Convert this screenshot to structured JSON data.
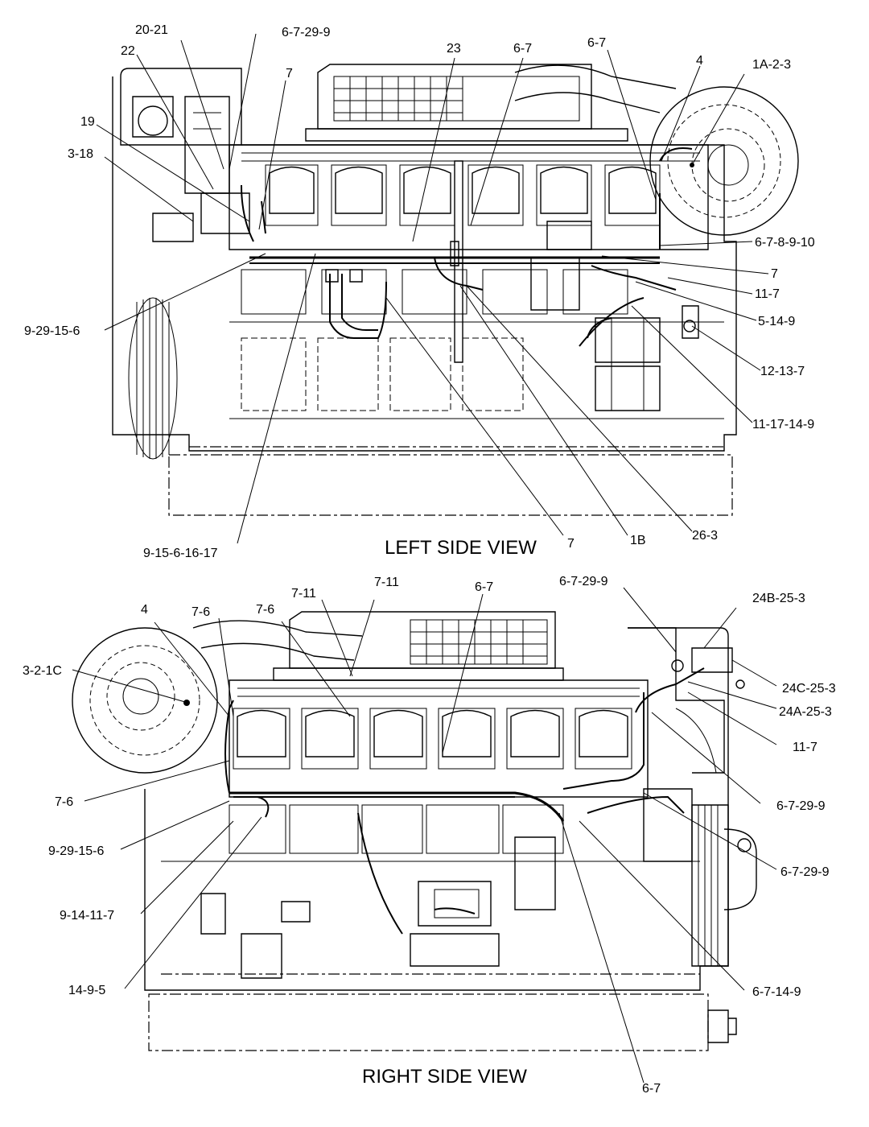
{
  "left_view": {
    "title": "LEFT SIDE VIEW",
    "callouts": [
      {
        "name": "callout-20-21",
        "text": "20-21"
      },
      {
        "name": "callout-6-7-29-9-a",
        "text": "6-7-29-9"
      },
      {
        "name": "callout-22",
        "text": "22"
      },
      {
        "name": "callout-23",
        "text": "23"
      },
      {
        "name": "callout-6-7-a",
        "text": "6-7"
      },
      {
        "name": "callout-6-7-b",
        "text": "6-7"
      },
      {
        "name": "callout-4-a",
        "text": "4"
      },
      {
        "name": "callout-1a-2-3",
        "text": "1A-2-3"
      },
      {
        "name": "callout-7-a",
        "text": "7"
      },
      {
        "name": "callout-19",
        "text": "19"
      },
      {
        "name": "callout-3-18",
        "text": "3-18"
      },
      {
        "name": "callout-6-7-8-9-10",
        "text": "6-7-8-9-10"
      },
      {
        "name": "callout-7-b",
        "text": "7"
      },
      {
        "name": "callout-11-7-a",
        "text": "11-7"
      },
      {
        "name": "callout-5-14-9",
        "text": "5-14-9"
      },
      {
        "name": "callout-9-29-15-6-a",
        "text": "9-29-15-6"
      },
      {
        "name": "callout-12-13-7",
        "text": "12-13-7"
      },
      {
        "name": "callout-11-17-14-9",
        "text": "11-17-14-9"
      },
      {
        "name": "callout-7-c",
        "text": "7"
      },
      {
        "name": "callout-1b",
        "text": "1B"
      },
      {
        "name": "callout-26-3",
        "text": "26-3"
      },
      {
        "name": "callout-9-15-6-16-17",
        "text": "9-15-6-16-17"
      }
    ]
  },
  "right_view": {
    "title": "RIGHT SIDE VIEW",
    "callouts": [
      {
        "name": "callout-7-11-a",
        "text": "7-11"
      },
      {
        "name": "callout-7-11-b",
        "text": "7-11"
      },
      {
        "name": "callout-6-7-c",
        "text": "6-7"
      },
      {
        "name": "callout-6-7-29-9-b",
        "text": "6-7-29-9"
      },
      {
        "name": "callout-24b-25-3",
        "text": "24B-25-3"
      },
      {
        "name": "callout-4-b",
        "text": "4"
      },
      {
        "name": "callout-7-6-a",
        "text": "7-6"
      },
      {
        "name": "callout-7-6-b",
        "text": "7-6"
      },
      {
        "name": "callout-3-2-1c",
        "text": "3-2-1C"
      },
      {
        "name": "callout-24c-25-3",
        "text": "24C-25-3"
      },
      {
        "name": "callout-24a-25-3",
        "text": "24A-25-3"
      },
      {
        "name": "callout-11-7-b",
        "text": "11-7"
      },
      {
        "name": "callout-7-6-c",
        "text": "7-6"
      },
      {
        "name": "callout-6-7-29-9-c",
        "text": "6-7-29-9"
      },
      {
        "name": "callout-9-29-15-6-b",
        "text": "9-29-15-6"
      },
      {
        "name": "callout-6-7-29-9-d",
        "text": "6-7-29-9"
      },
      {
        "name": "callout-9-14-11-7",
        "text": "9-14-11-7"
      },
      {
        "name": "callout-14-9-5",
        "text": "14-9-5"
      },
      {
        "name": "callout-6-7-14-9",
        "text": "6-7-14-9"
      },
      {
        "name": "callout-6-7-d",
        "text": "6-7"
      }
    ]
  }
}
